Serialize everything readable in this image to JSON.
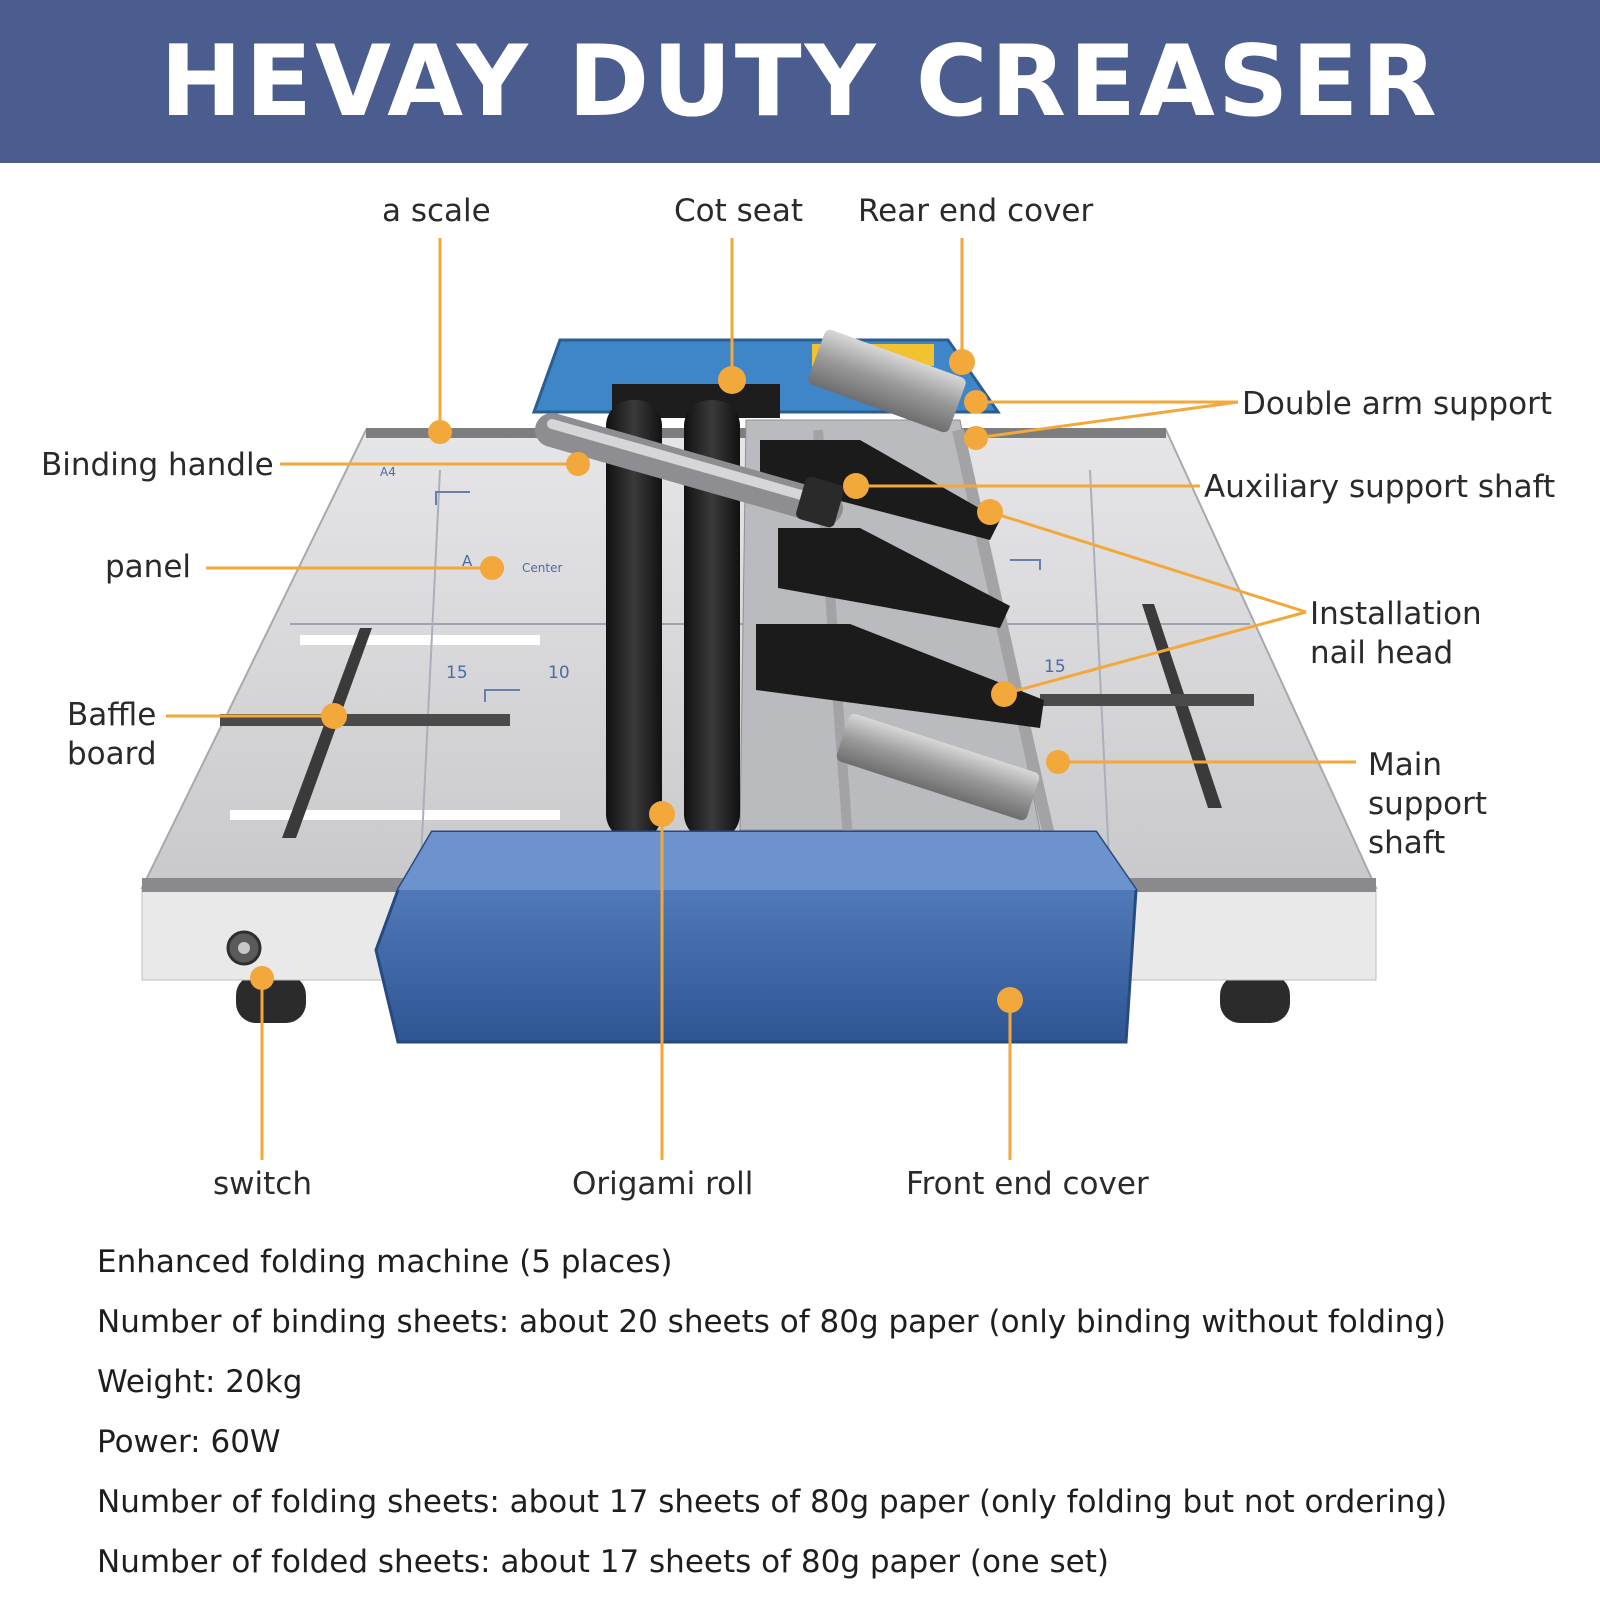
{
  "title": "HEVAY DUTY CREASER",
  "colors": {
    "banner_bg": "#4a5d8e",
    "banner_text": "#ffffff",
    "callout": "#f2a83a",
    "machine_blue": "#3d6bb0",
    "panel_gray": "#d6d6d8"
  },
  "labels": {
    "a_scale": "a scale",
    "cot_seat": "Cot seat",
    "rear_end_cover": "Rear end cover",
    "double_arm_support": "Double arm support",
    "binding_handle": "Binding handle",
    "auxiliary_support_shaft": "Auxiliary support shaft",
    "panel": "panel",
    "installation_nail_head": "Installation nail head",
    "baffle_board": "Baffle board",
    "main_support_shaft": "Main support shaft",
    "switch": "switch",
    "origami_roll": "Origami roll",
    "front_end_cover": "Front end cover"
  },
  "panel_marks": {
    "a4": "A4",
    "a": "A",
    "center": "Center",
    "n15_left": "15",
    "n10": "10",
    "n15_right": "15"
  },
  "specs": [
    "Enhanced folding machine (5 places)",
    "Number of binding sheets: about 20 sheets of 80g paper  (only binding without folding)",
    "Weight: 20kg",
    "Power: 60W",
    "Number of folding sheets: about 17 sheets of 80g paper (only folding but not ordering)",
    "Number of folded sheets: about 17 sheets of 80g paper (one set)"
  ]
}
